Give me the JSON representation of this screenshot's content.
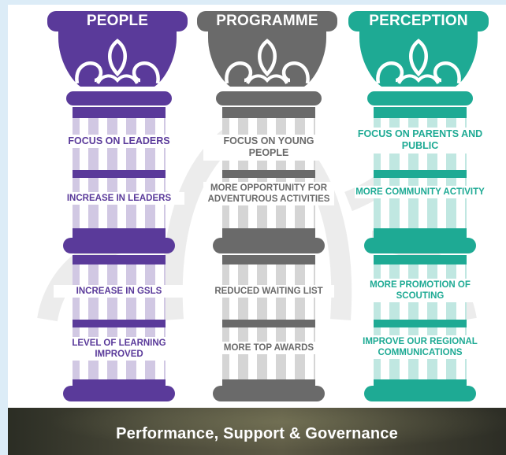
{
  "colors": {
    "people": "#5a3a9a",
    "programme": "#6a6a6a",
    "perception": "#1eaa94"
  },
  "pillars": [
    {
      "title": "PEOPLE",
      "focus": "FOCUS ON LEADERS",
      "goals": [
        "INCREASE IN LEADERS",
        "INCREASE IN GSLs",
        "LEVEL OF LEARNING IMPROVED"
      ]
    },
    {
      "title": "PROGRAMME",
      "focus": "FOCUS ON YOUNG PEOPLE",
      "goals": [
        "MORE OPPORTUNITY FOR ADVENTUROUS ACTIVITIES",
        "REDUCED WAITING LIST",
        "MORE TOP AWARDS"
      ]
    },
    {
      "title": "PERCEPTION",
      "focus": "FOCUS ON PARENTS AND PUBLIC",
      "goals": [
        "MORE COMMUNITY ACTIVITY",
        "MORE PROMOTION OF SCOUTING",
        "IMPROVE OUR REGIONAL COMMUNICATIONS"
      ]
    }
  ],
  "footer": {
    "text": "Performance, Support & Governance"
  }
}
